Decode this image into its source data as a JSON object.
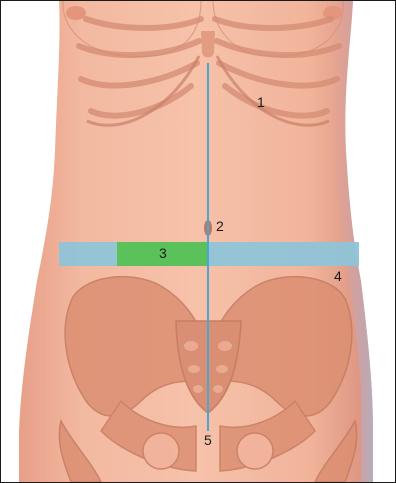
{
  "labels": {
    "costal_margin": "1",
    "umbilicus": "2",
    "quadrant": "3",
    "transumbilical_plane": "4",
    "pubic_symphysis": "5"
  },
  "colors": {
    "skin": "#f1b29a",
    "bone": "#dc8f72",
    "midline": "#4fa5cf",
    "band": "#8fc4d8",
    "quadrant": "#5bc15b"
  }
}
